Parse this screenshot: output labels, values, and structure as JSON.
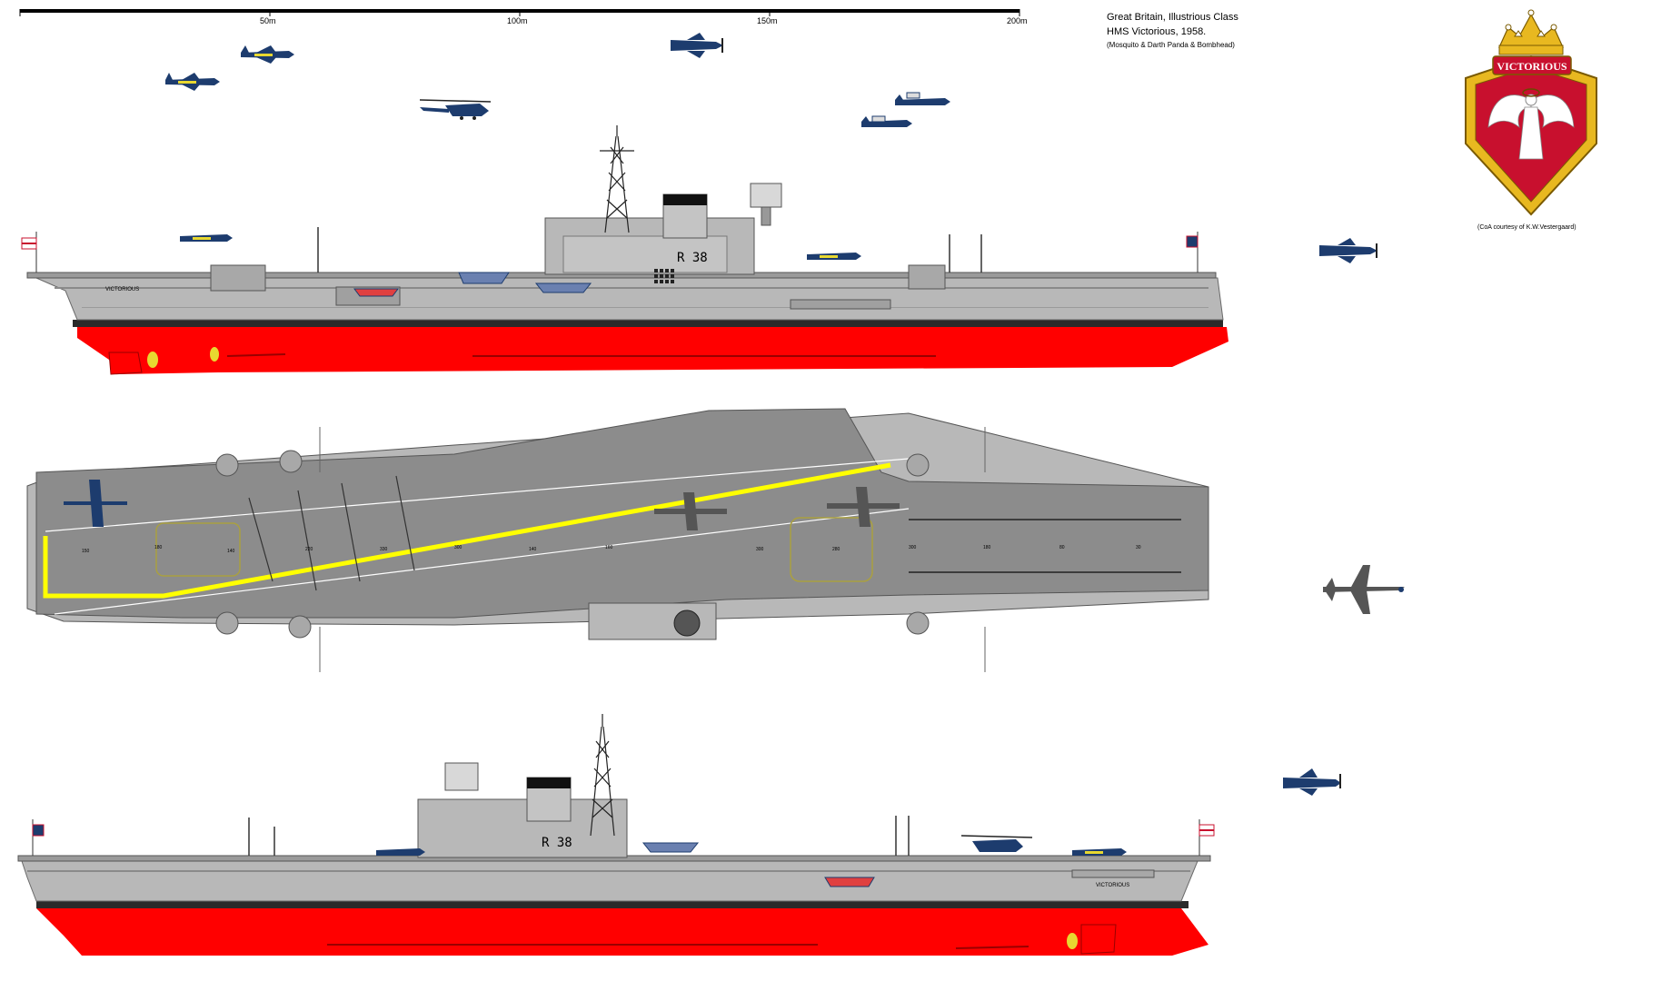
{
  "scale": {
    "labels": [
      "50m",
      "100m",
      "150m",
      "200m"
    ]
  },
  "header": {
    "line1": "Great Britain, Illustrious Class",
    "line2": "HMS Victorious, 1958.",
    "line3": "(Mosquito & Darth Panda & Bombhead)"
  },
  "crest": {
    "banner": "VICTORIOUS",
    "credit": "(CoA courtesy of  K.W.Vestergaard)"
  },
  "ship": {
    "pennant": "R 38",
    "stern_name": "VICTORIOUS",
    "deck_numbers": [
      "150",
      "180",
      "140",
      "220",
      "330",
      "300",
      "140",
      "160",
      "300",
      "280",
      "300",
      "180",
      "80",
      "30"
    ]
  },
  "colors": {
    "hull_grey": "#b8b8b8",
    "boot_red": "#ff0000",
    "deck_grey": "#8c8c8c",
    "deck_line_yellow": "#ffff00",
    "crest_red": "#c8102e",
    "crest_gold": "#e8b820",
    "aircraft_blue": "#1d3c6e"
  }
}
